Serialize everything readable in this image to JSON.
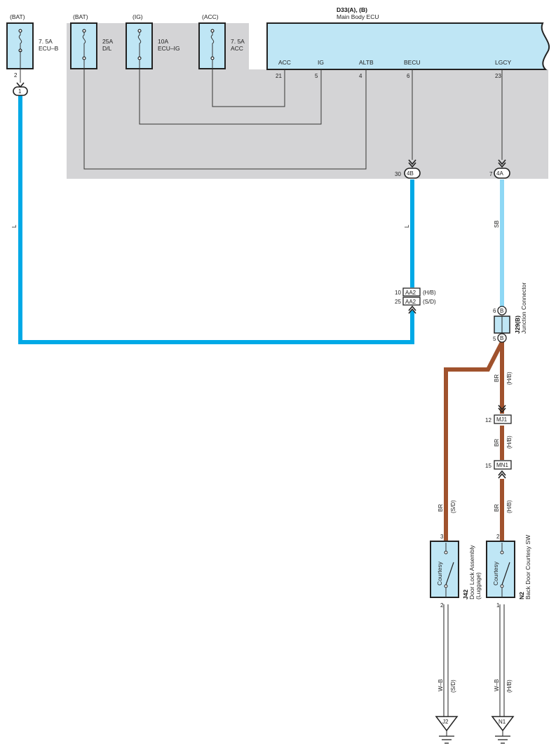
{
  "fuses": [
    {
      "source": "(BAT)",
      "rating": "7. 5A",
      "name": "ECU–B",
      "pin": "2",
      "connector": "1"
    },
    {
      "source": "(BAT)",
      "rating": "25A",
      "name": "D/L"
    },
    {
      "source": "(IG)",
      "rating": "10A",
      "name": "ECU–IG"
    },
    {
      "source": "(ACC)",
      "rating": "7. 5A",
      "name": "ACC"
    }
  ],
  "ecu": {
    "code": "D33(A), (B)",
    "name": "Main Body ECU",
    "pins": [
      {
        "label": "ACC",
        "num": "21"
      },
      {
        "label": "IG",
        "num": "5"
      },
      {
        "label": "ALTB",
        "num": "4"
      },
      {
        "label": "BECU",
        "num": "6"
      },
      {
        "label": "LGCY",
        "num": "23"
      }
    ]
  },
  "connectors": {
    "becu_out": {
      "pin": "30",
      "code": "4B"
    },
    "lgcy_out": {
      "pin": "7",
      "code": "4A"
    },
    "aa2_hb": {
      "pin": "10",
      "code": "AA2",
      "note": "(H/B)"
    },
    "aa2_sd": {
      "pin": "25",
      "code": "AA2",
      "note": "(S/D)"
    },
    "mj1": {
      "pin": "12",
      "code": "MJ1"
    },
    "mn1": {
      "pin": "15",
      "code": "MN1"
    }
  },
  "junction": {
    "code": "J29(B)",
    "name": "Junction Connector",
    "pin_top": "6",
    "pin_bottom": "5",
    "letter": "B"
  },
  "wires": {
    "l_left": "L",
    "l_mid": "L",
    "sb": "SB",
    "br": "BR",
    "wb": "W–B",
    "hb": "(H/B)",
    "sd": "(S/D)"
  },
  "switches": [
    {
      "code": "J42",
      "name": "Door Lock Assembly",
      "name2": "(Luggage)",
      "inner": "Courtesy",
      "pin_top": "3",
      "pin_bottom": "2",
      "ground": "J2"
    },
    {
      "code": "N2",
      "name": "Back Door Courtesy SW",
      "inner": "Courtesy",
      "pin_top": "2",
      "pin_bottom": "1",
      "ground": "N1"
    }
  ],
  "colors": {
    "wire_blue": "#00a9e6",
    "wire_lightblue": "#8ed8f5",
    "wire_brown": "#a0522d",
    "panel_gray": "#d4d4d6",
    "component_fill": "#bfe6f5"
  }
}
